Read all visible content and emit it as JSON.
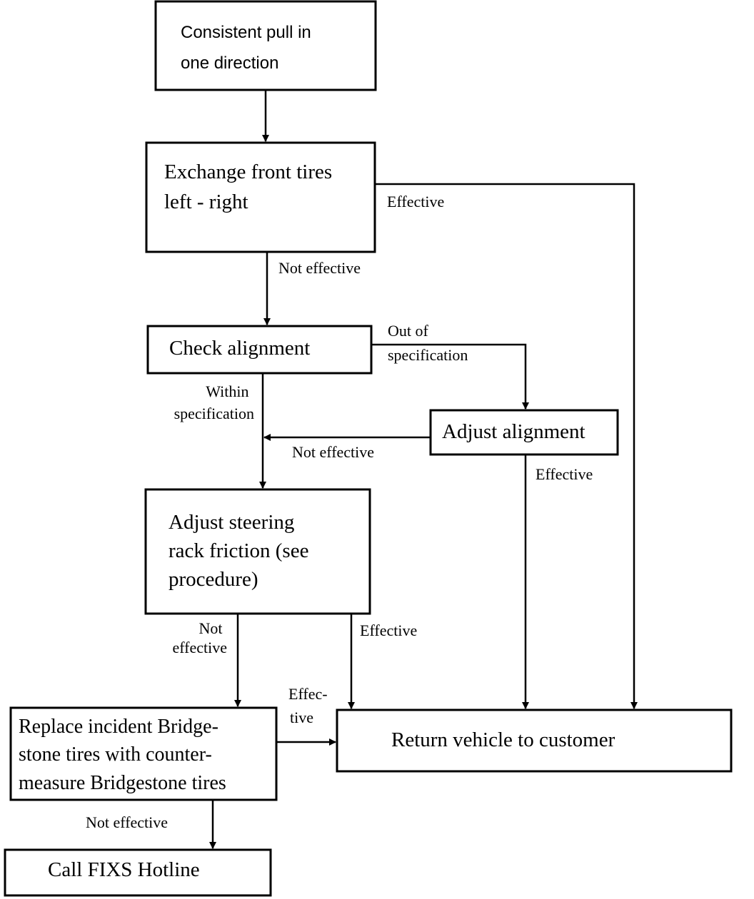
{
  "nodes": {
    "start": {
      "lines": [
        "Consistent pull in",
        "one direction"
      ]
    },
    "exchange": {
      "lines": [
        "Exchange front tires",
        "left - right"
      ]
    },
    "check": {
      "lines": [
        "Check alignment"
      ]
    },
    "adjust_align": {
      "lines": [
        "Adjust alignment"
      ]
    },
    "steering": {
      "lines": [
        "Adjust steering",
        "rack friction (see",
        "procedure)"
      ]
    },
    "replace": {
      "lines": [
        "Replace incident Bridge-",
        "stone tires with counter-",
        "measure Bridgestone tires"
      ]
    },
    "return": {
      "lines": [
        "Return vehicle to customer"
      ]
    },
    "hotline": {
      "lines": [
        "Call FIXS Hotline"
      ]
    }
  },
  "edge_labels": {
    "exchange_effective": "Effective",
    "exchange_not_effective": "Not effective",
    "check_out_of_spec": [
      "Out of",
      "specification"
    ],
    "check_within_spec": [
      "Within",
      "specification"
    ],
    "adjust_align_not_effective": "Not effective",
    "adjust_align_effective": "Effective",
    "steering_not_effective": [
      "Not",
      "effective"
    ],
    "steering_effective": "Effective",
    "replace_effective": [
      "Effec-",
      "tive"
    ],
    "replace_not_effective": "Not effective"
  }
}
